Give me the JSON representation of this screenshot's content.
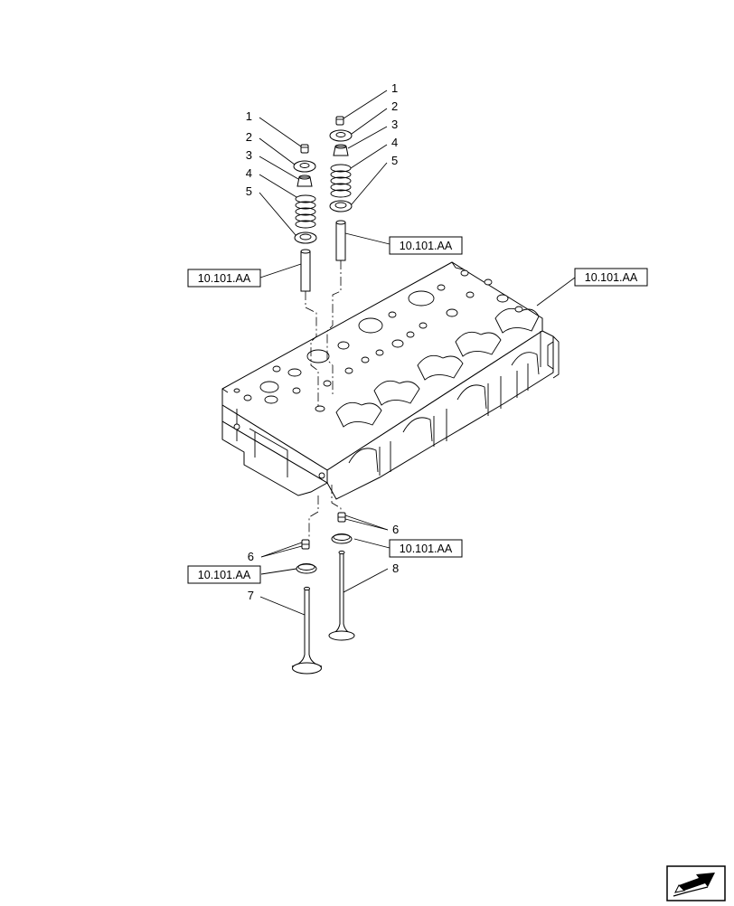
{
  "callouts": {
    "left_group": [
      "1",
      "2",
      "3",
      "4",
      "5"
    ],
    "right_group": [
      "1",
      "2",
      "3",
      "4",
      "5"
    ],
    "lower_left_keeper": "6",
    "lower_right_keeper": "6",
    "intake_valve": "7",
    "exhaust_valve": "8"
  },
  "refs": {
    "left_guide": "10.101.AA",
    "right_guide": "10.101.AA",
    "cylinder_head": "10.101.AA",
    "right_seat": "10.101.AA",
    "left_seat": "10.101.AA"
  },
  "icons": {
    "nav": "next-page-arrow-icon"
  }
}
